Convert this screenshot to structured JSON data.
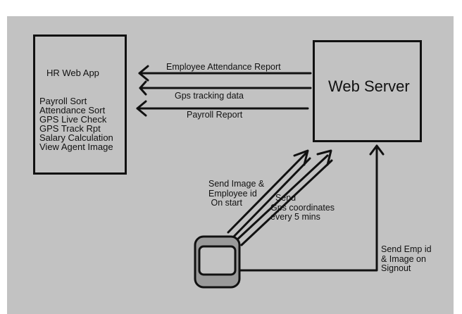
{
  "hr_app": {
    "title": "HR Web App",
    "items": [
      "Payroll Sort",
      "Attendance Sort",
      "GPS Live Check",
      "GPS Track Rpt",
      "Salary Calculation",
      "View Agent Image"
    ]
  },
  "server": {
    "title": "Web Server"
  },
  "arrows": {
    "attendance": "Employee Attendance Report",
    "gps_tracking": "Gps tracking data",
    "payroll": "Payroll Report",
    "send_image": "Send Image &\nEmployee id\n On start",
    "send_coords": "  Send\nGps coordinates\nevery 5 mins",
    "signout": "Send Emp id\n& Image on\nSignout"
  },
  "colors": {
    "background": "#c2c2c2",
    "stroke": "#111111",
    "device_fill": "#9a9a9a"
  }
}
